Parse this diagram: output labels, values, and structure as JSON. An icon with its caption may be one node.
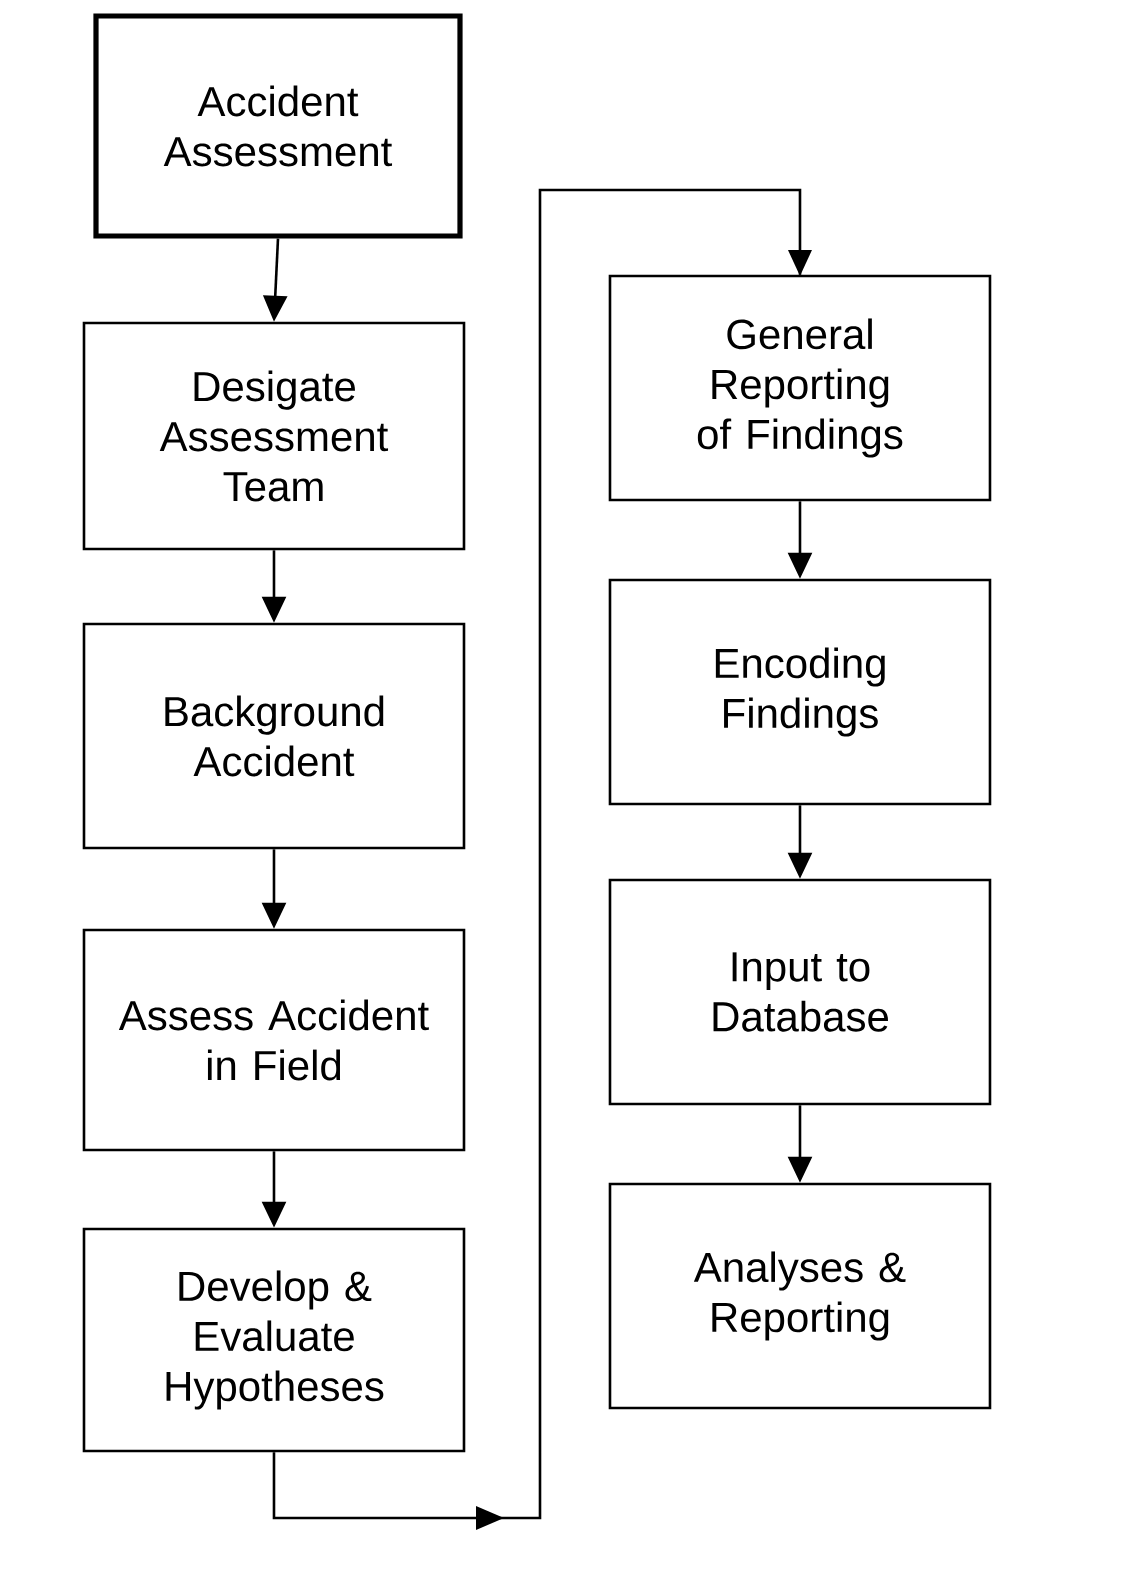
{
  "diagram": {
    "nodes": [
      {
        "text": [
          "Accident Assessment"
        ]
      },
      {
        "text": [
          "Desigate Assessment Team"
        ]
      },
      {
        "text": [
          "Background Accident"
        ]
      },
      {
        "text": [
          "Assess Accident in Field"
        ]
      },
      {
        "text": [
          "Develop & Evaluate Hypotheses"
        ]
      },
      {
        "text": [
          "General Reporting of Findings"
        ]
      },
      {
        "text": [
          "Encoding Findings"
        ]
      },
      {
        "text": [
          "Input to Database"
        ]
      },
      {
        "text": [
          "Analyses & Reporting"
        ]
      }
    ],
    "edges": [
      {
        "from": 0,
        "to": 1,
        "arrow": "to"
      },
      {
        "from": 1,
        "to": 2,
        "arrow": "to"
      },
      {
        "from": 2,
        "to": 3,
        "arrow": "to"
      },
      {
        "from": 3,
        "to": 4,
        "arrow": "to"
      },
      {
        "from": 4,
        "to": 5,
        "arrow": "to"
      },
      {
        "from": 5,
        "to": 6,
        "arrow": "to"
      },
      {
        "from": 6,
        "to": 7,
        "arrow": "to"
      },
      {
        "from": 7,
        "to": 8,
        "arrow": "to"
      }
    ]
  }
}
